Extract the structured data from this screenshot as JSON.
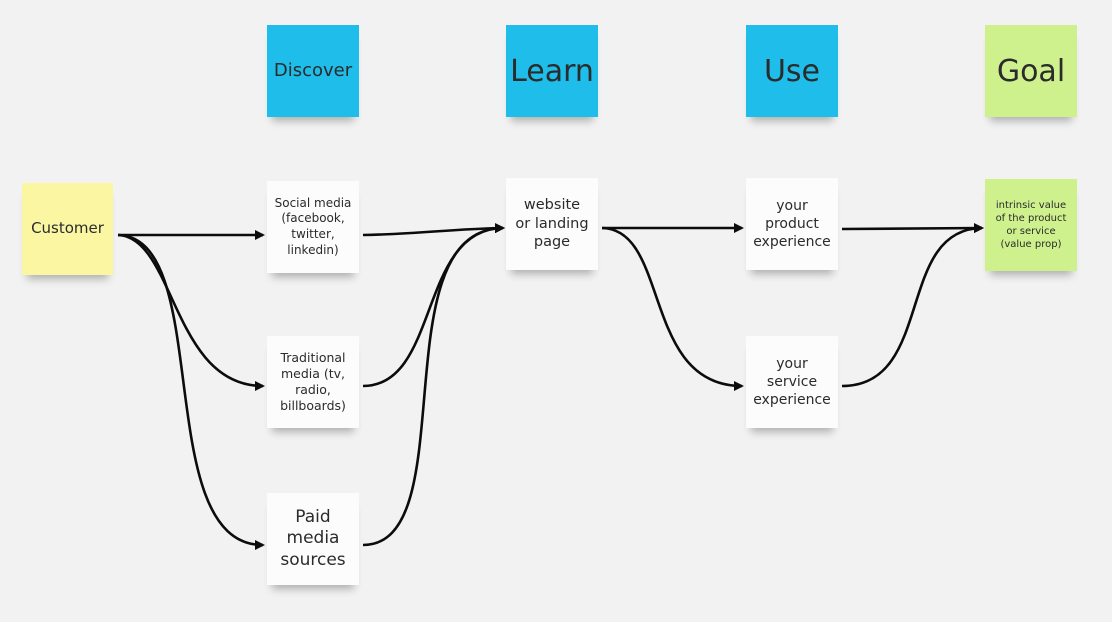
{
  "stages": {
    "discover": "Discover",
    "learn": "Learn",
    "use": "Use",
    "goal": "Goal"
  },
  "notes": {
    "customer": "Customer",
    "social_media": "Social media\n(facebook,\ntwitter,\nlinkedin)",
    "traditional_media": "Traditional\nmedia (tv,\nradio,\nbillboards)",
    "paid_media": "Paid\nmedia\nsources",
    "website": "website\nor landing\npage",
    "product_experience": "your\nproduct\nexperience",
    "service_experience": "your\nservice\nexperience",
    "intrinsic_value": "intrinsic value\nof the product\nor service\n(value prop)"
  },
  "colors": {
    "stage": "#1fbde9",
    "goal": "#cef18d",
    "customer": "#fbf6a2",
    "step": "#fcfcfc",
    "connector": "#0c0c0c"
  }
}
